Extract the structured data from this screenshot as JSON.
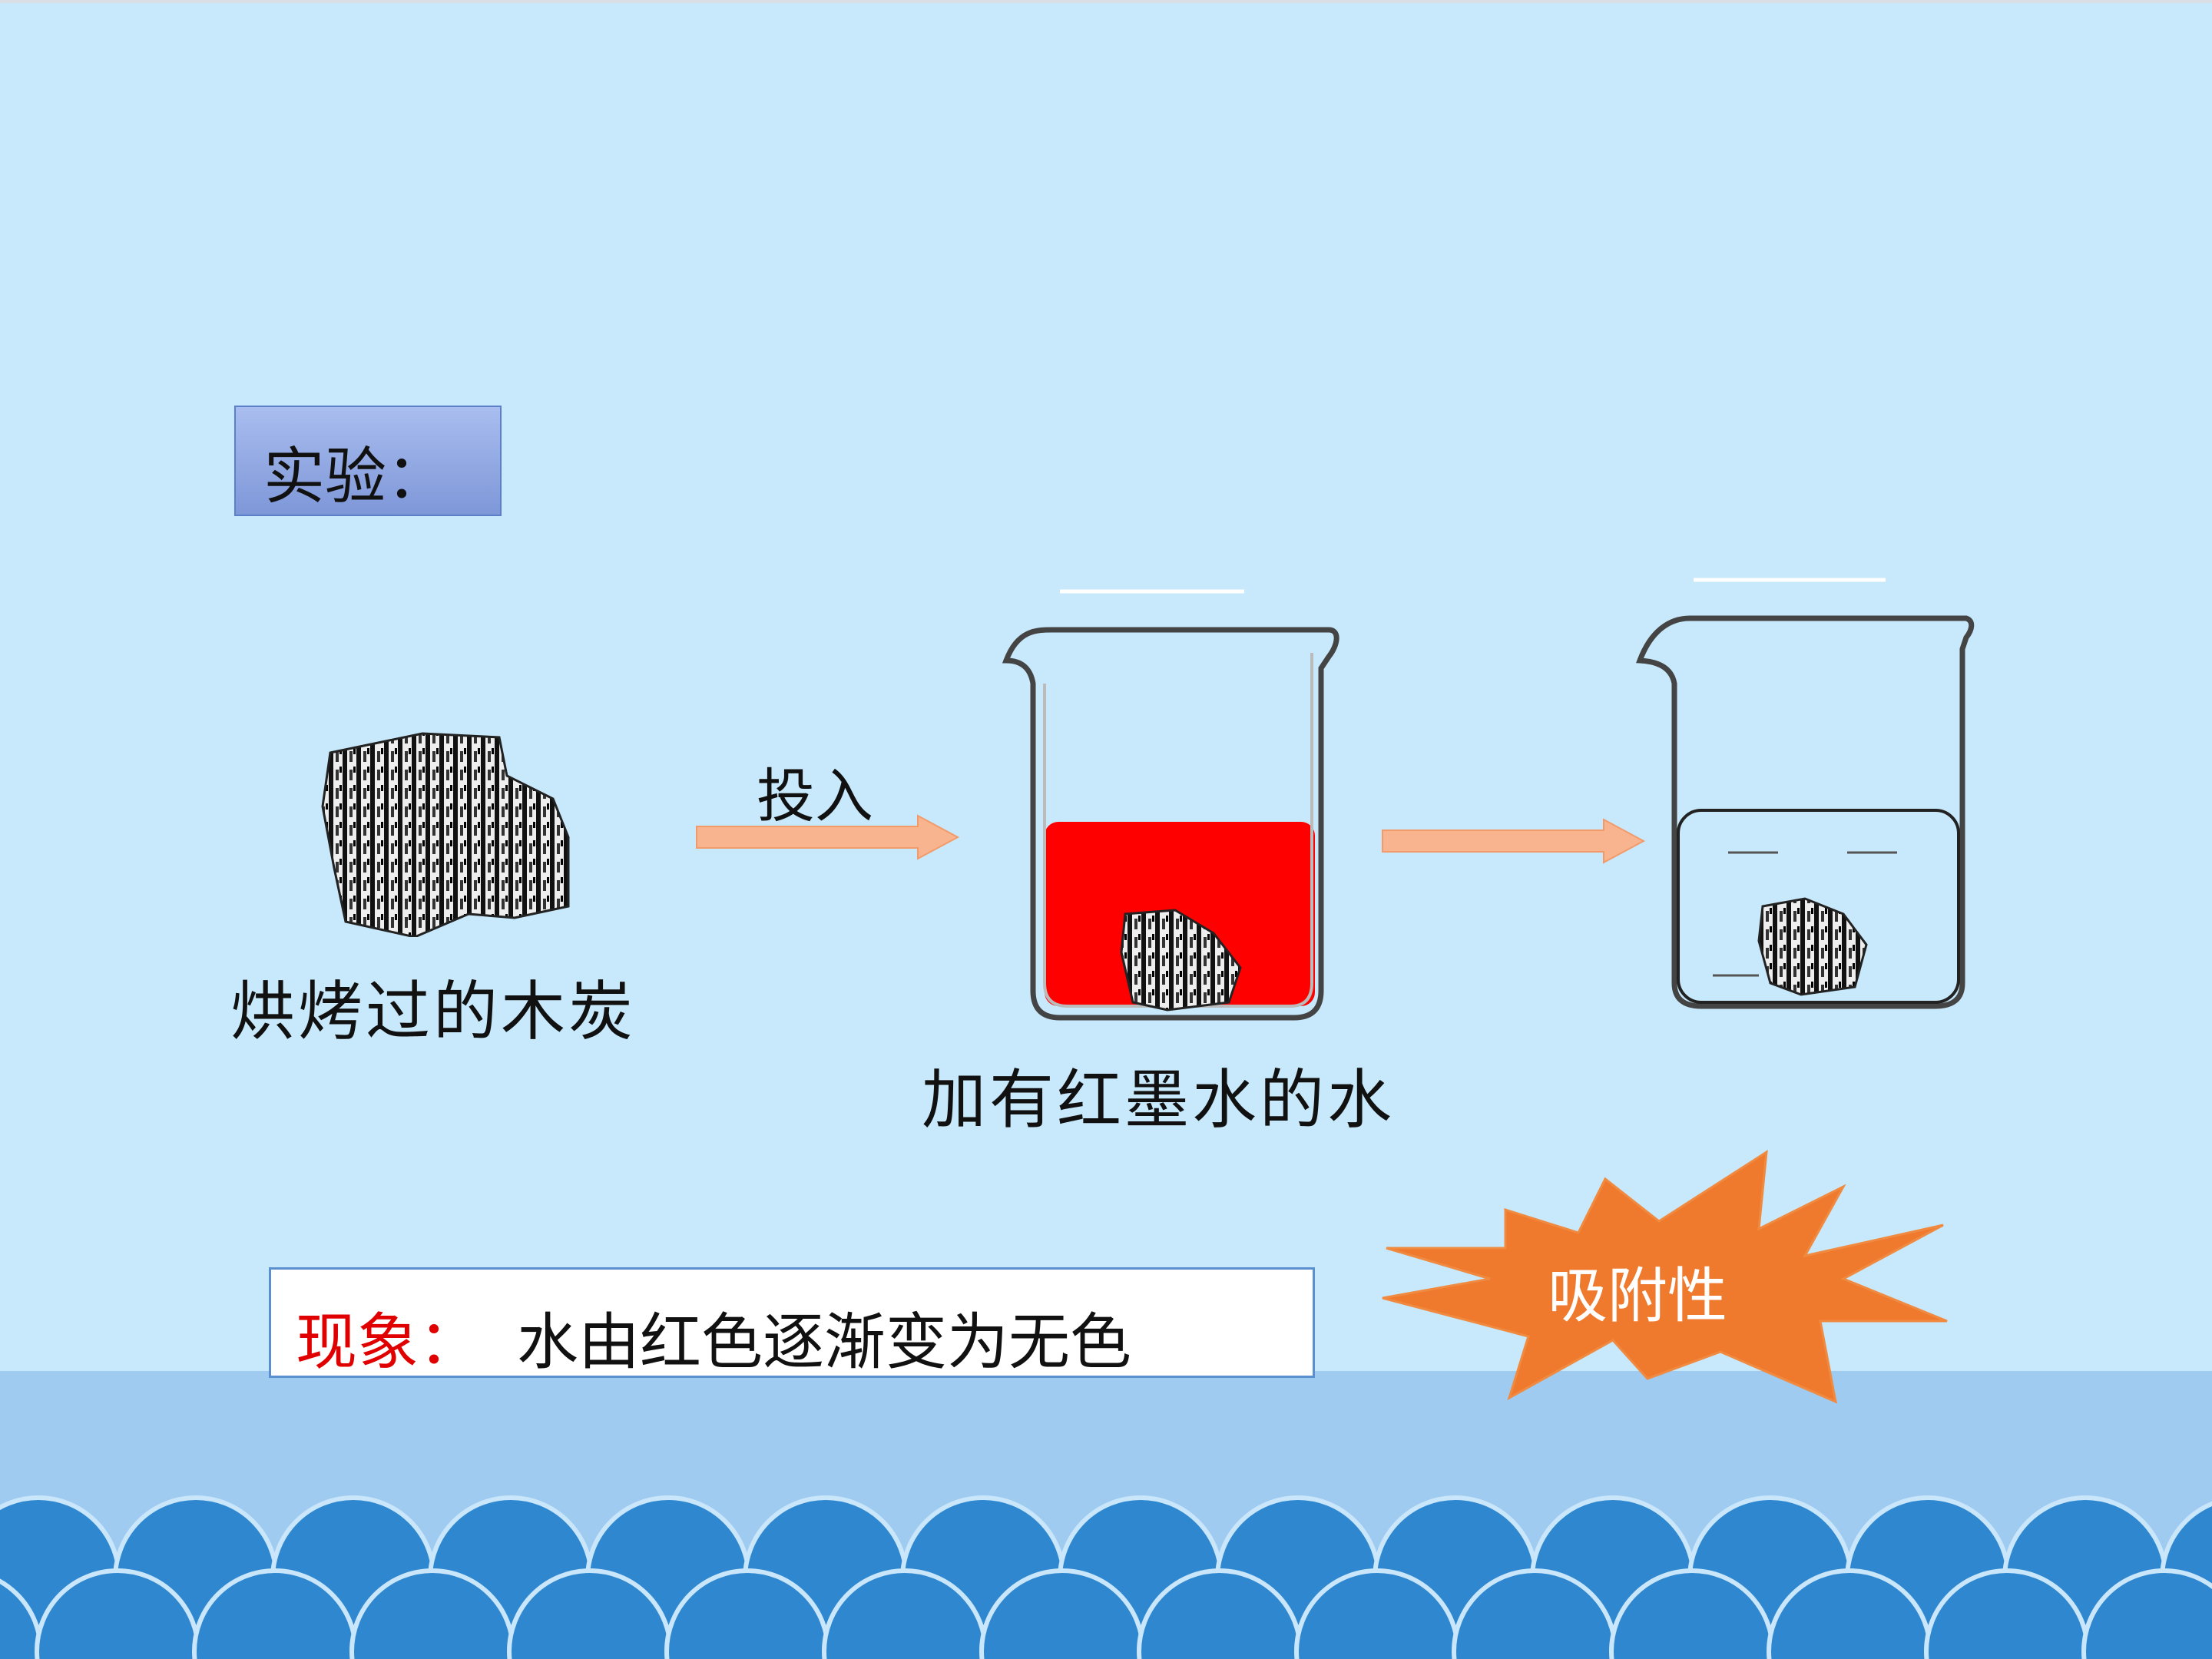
{
  "slide": {
    "experiment_label": "实验：",
    "charcoal_caption": "烘烤过的木炭",
    "arrow_label": "投入",
    "beaker_caption": "加有红墨水的水",
    "phenomenon_label": "现象：",
    "phenomenon_text": "水由红色逐渐变为无色",
    "burst_text": "吸附性"
  },
  "colors": {
    "background": "#c8e9fb",
    "ground": "#9fcbf0",
    "waves": "#2f88cf",
    "red_ink": "#ff0000",
    "arrow": "#f7b48e",
    "burst": "#ef7a2e",
    "label_box": "#8aa3e0",
    "phenomenon_label": "#e00000"
  }
}
